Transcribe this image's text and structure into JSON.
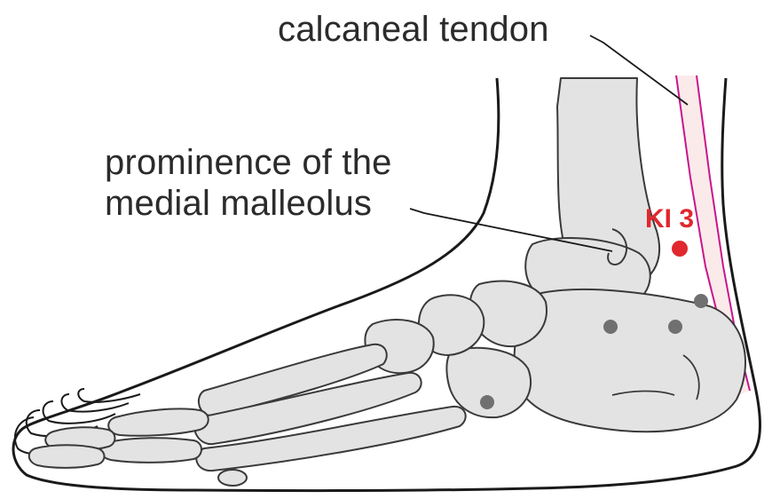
{
  "labels": {
    "tendon": "calcaneal tendon",
    "malleolus_line1": "prominence of the",
    "malleolus_line2": "medial malleolus",
    "point": "KI 3"
  },
  "colors": {
    "bone_fill": "#e3e3e3",
    "bone_stroke": "#3a3a3a",
    "outline": "#1a1a1a",
    "tendon_line": "#c8168c",
    "tendon_fill": "#fbeaea",
    "point_red": "#e0282e",
    "marker_gray": "#707070"
  }
}
